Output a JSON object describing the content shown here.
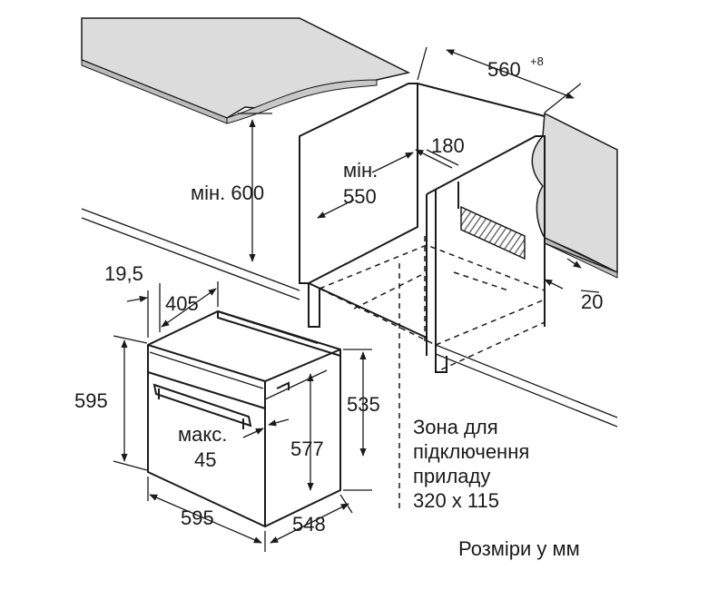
{
  "dimensions": {
    "niche_width": "560",
    "niche_width_tolerance": "+8",
    "min_height_label": "мін. 600",
    "min_depth_line1": "мін.",
    "min_depth_value": "550",
    "rear_gap": "180",
    "side_gap": "20",
    "panel_offset": "19,5",
    "door_depth": "405",
    "oven_height": "595",
    "oven_width": "595",
    "oven_depth": "548",
    "body_height": "535",
    "inner_height": "577",
    "max_label": "макс.",
    "max_value": "45"
  },
  "connection_zone": {
    "line1": "Зона для",
    "line2": "підключення",
    "line3": "приладу",
    "line4": "320 x 115"
  },
  "units_note": "Розміри у мм",
  "colors": {
    "countertop": "#dcdcdc",
    "line": "#1a1a1a",
    "hatch": "#8a8a8a",
    "background": "#ffffff"
  }
}
